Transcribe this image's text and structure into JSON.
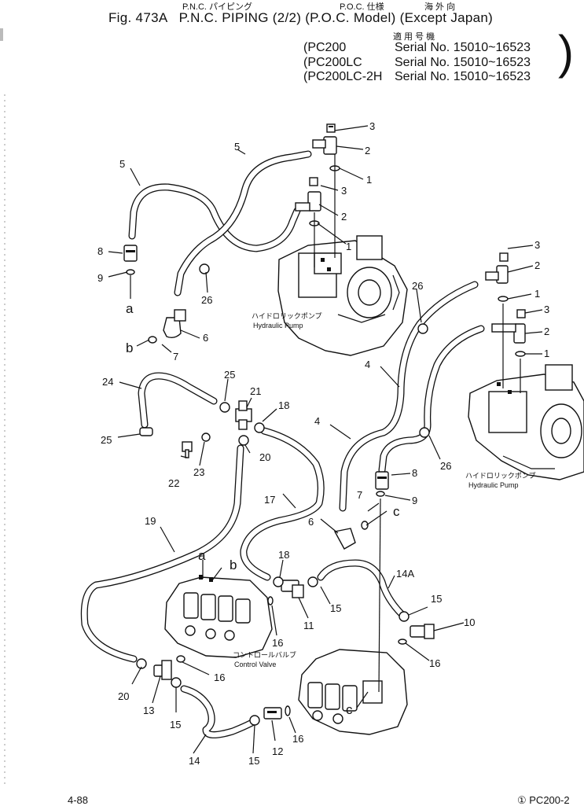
{
  "header": {
    "jp_pnc": "P.N.C. パイピング",
    "jp_poc": "P.O.C. 仕様",
    "jp_region": "海 外 向",
    "jp_serial_head": "適 用 号 機",
    "title": "Fig. 473A   P.N.C. PIPING (2/2) (P.O.C. Model) (Except Japan)",
    "models": [
      {
        "model": "PC200",
        "serial": "Serial No. 15010~16523"
      },
      {
        "model": "PC200LC",
        "serial": "Serial No. 15010~16523"
      },
      {
        "model": "PC200LC-2H",
        "serial": "Serial No. 15010~16523"
      }
    ]
  },
  "captions": {
    "pump_jp": "ハイドロリックポンプ",
    "pump_en": "Hydraulic Pump",
    "valve_jp": "コントロールバルブ",
    "valve_en": "Control Valve"
  },
  "letters": {
    "a": "a",
    "b": "b",
    "c": "c"
  },
  "part_numbers": {
    "p1": "1",
    "p2": "2",
    "p3": "3",
    "p4": "4",
    "p5": "5",
    "p6": "6",
    "p7": "7",
    "p8": "8",
    "p9": "9",
    "p10": "10",
    "p11": "11",
    "p12": "12",
    "p13": "13",
    "p14": "14",
    "p14a": "14A",
    "p15": "15",
    "p16": "16",
    "p17": "17",
    "p18": "18",
    "p19": "19",
    "p20": "20",
    "p21": "21",
    "p22": "22",
    "p23": "23",
    "p24": "24",
    "p25": "25",
    "p26": "26"
  },
  "footer": {
    "page_left": "4-88",
    "page_right": "① PC200-2"
  }
}
